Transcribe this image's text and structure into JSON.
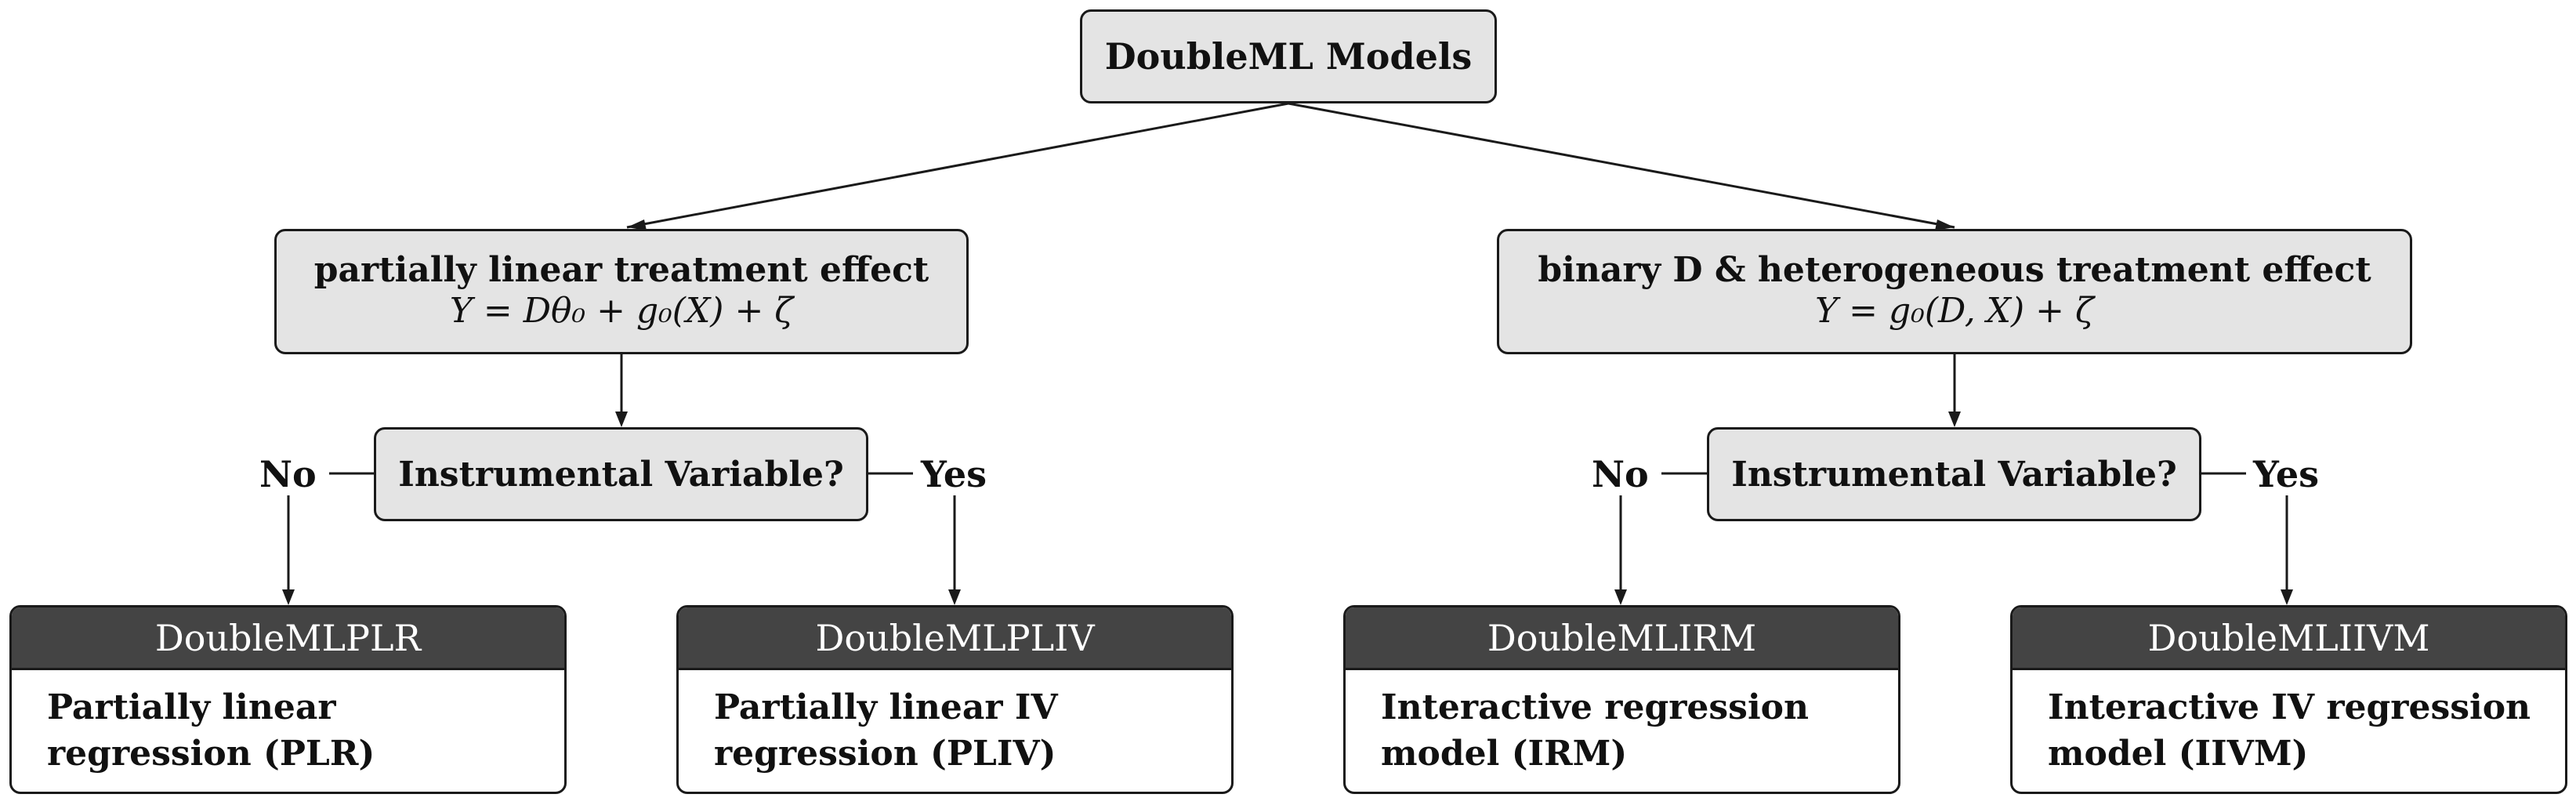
{
  "root": {
    "label": "DoubleML Models"
  },
  "branches": [
    {
      "title": "partially linear treatment effect",
      "equation": "Y = Dθ₀ + g₀(X) + ζ"
    },
    {
      "title": "binary D & heterogeneous treatment effect",
      "equation": "Y = g₀(D, X) + ζ"
    }
  ],
  "decision": {
    "label": "Instrumental Variable?"
  },
  "edge_labels": {
    "no": "No",
    "yes": "Yes"
  },
  "models": [
    {
      "name": "DoubleMLPLR",
      "line1": "Partially linear",
      "line2": "regression (PLR)"
    },
    {
      "name": "DoubleMLPLIV",
      "line1": "Partially linear IV",
      "line2": "regression (PLIV)"
    },
    {
      "name": "DoubleMLIRM",
      "line1": "Interactive regression",
      "line2": "model (IRM)"
    },
    {
      "name": "DoubleMLIIVM",
      "line1": "Interactive IV regression",
      "line2": "model (IIVM)"
    }
  ],
  "colors": {
    "node_fill": "#e4e4e4",
    "header_fill": "#444444",
    "stroke": "#1a1a1a"
  }
}
